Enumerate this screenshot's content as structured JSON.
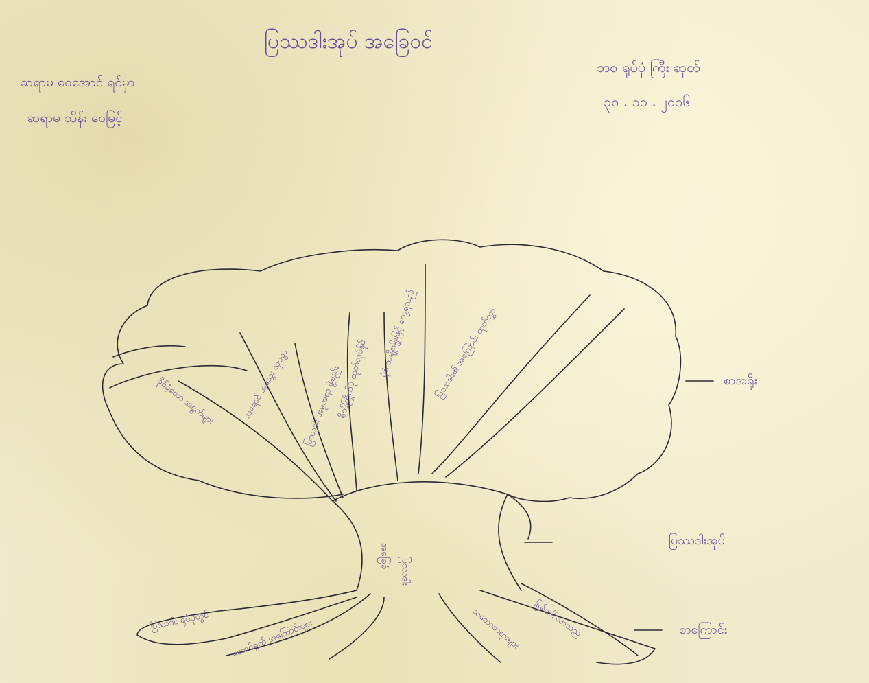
{
  "page": {
    "title": "ပြဿဒါးအုပ် အခြေဝင်",
    "author_lines": [
      "ဆရာမ ဝေအောင် ရင်မှာ",
      "ဆရာမ သိန်း ဝေမြင့်"
    ],
    "class_line": "ဘဝ ရုပ်ပုံ ကြီး ဆုတ်",
    "date": "၃၀ . ၁၁ . ၂၀၁၆"
  },
  "diagram": {
    "canopy_label": "စာအရိုး",
    "trunk_label": "ပြဿဒါးအုပ်",
    "root_label": "စာကြောင်း",
    "branch_texts": [
      "ပြဿဒါး၏ အကြောင်း ထုတ်လွှာ",
      "ပုံစံ အမျိုးမျိုးဖြင့် တွေ့ရသည်",
      "စိတ်ကြိုက်ပုံ ထုတ်လုပ်နိုင်",
      "ပြဿဒါး အမှုအရာ ဖွဲ့စည်း",
      "အရောင် အသွေး လှပစွာ",
      "ခိုင်ခံ့သော အရွက်များ"
    ],
    "trunk_text": [
      "ပြဿဒါး",
      "အခြေခံ"
    ],
    "root_texts": [
      "ပြဿဒါး ရုပ်ပုံတွင်",
      "ဆောင်ရွက် အကြောင်းများ",
      "သဘောတရားများ",
      "ဖြစ်ပေါ်လာသည်"
    ]
  }
}
